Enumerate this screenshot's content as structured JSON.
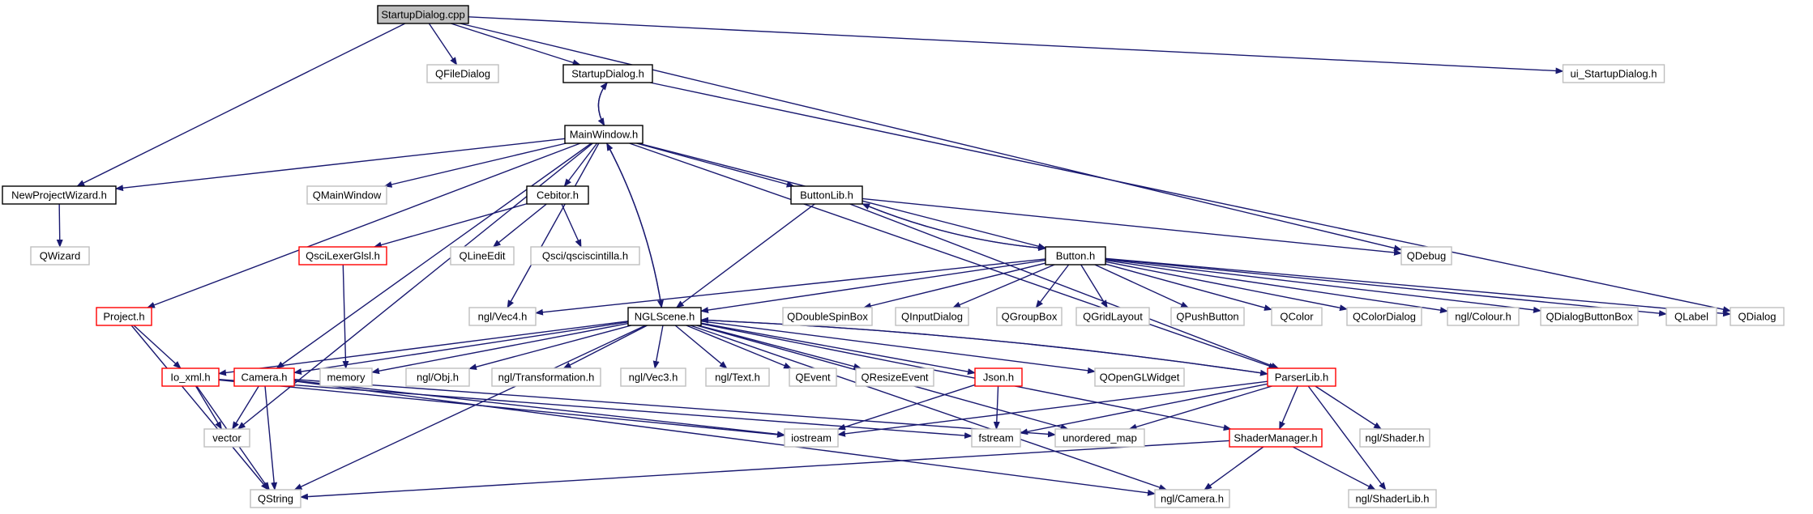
{
  "colors": {
    "edge": "#191970",
    "root_fill": "#bfbfbf",
    "node_stroke_black": "#000000",
    "node_stroke_gray": "#bfbfbf",
    "node_stroke_red": "#ff0000",
    "text": "#000000"
  },
  "nodes": [
    {
      "id": "StartupDialog.cpp",
      "label": "StartupDialog.cpp",
      "style": "root"
    },
    {
      "id": "QFileDialog",
      "label": "QFileDialog",
      "style": "gray"
    },
    {
      "id": "StartupDialog.h",
      "label": "StartupDialog.h",
      "style": "black"
    },
    {
      "id": "ui_StartupDialog.h",
      "label": "ui_StartupDialog.h",
      "style": "gray"
    },
    {
      "id": "MainWindow.h",
      "label": "MainWindow.h",
      "style": "black"
    },
    {
      "id": "NewProjectWizard.h",
      "label": "NewProjectWizard.h",
      "style": "black"
    },
    {
      "id": "QWizard",
      "label": "QWizard",
      "style": "gray"
    },
    {
      "id": "QMainWindow",
      "label": "QMainWindow",
      "style": "gray"
    },
    {
      "id": "Cebitor.h",
      "label": "Cebitor.h",
      "style": "black"
    },
    {
      "id": "ButtonLib.h",
      "label": "ButtonLib.h",
      "style": "black"
    },
    {
      "id": "QsciLexerGlsl.h",
      "label": "QsciLexerGlsl.h",
      "style": "red"
    },
    {
      "id": "QLineEdit",
      "label": "QLineEdit",
      "style": "gray"
    },
    {
      "id": "Qsci/qsciscintilla.h",
      "label": "Qsci/qsciscintilla.h",
      "style": "gray"
    },
    {
      "id": "QDebug",
      "label": "QDebug",
      "style": "gray"
    },
    {
      "id": "Button.h",
      "label": "Button.h",
      "style": "black"
    },
    {
      "id": "Project.h",
      "label": "Project.h",
      "style": "red"
    },
    {
      "id": "ngl/Vec4.h",
      "label": "ngl/Vec4.h",
      "style": "gray"
    },
    {
      "id": "NGLScene.h",
      "label": "NGLScene.h",
      "style": "black"
    },
    {
      "id": "QDoubleSpinBox",
      "label": "QDoubleSpinBox",
      "style": "gray"
    },
    {
      "id": "QInputDialog",
      "label": "QInputDialog",
      "style": "gray"
    },
    {
      "id": "QGroupBox",
      "label": "QGroupBox",
      "style": "gray"
    },
    {
      "id": "QGridLayout",
      "label": "QGridLayout",
      "style": "gray"
    },
    {
      "id": "QPushButton",
      "label": "QPushButton",
      "style": "gray"
    },
    {
      "id": "QColor",
      "label": "QColor",
      "style": "gray"
    },
    {
      "id": "QColorDialog",
      "label": "QColorDialog",
      "style": "gray"
    },
    {
      "id": "ngl/Colour.h",
      "label": "ngl/Colour.h",
      "style": "gray"
    },
    {
      "id": "QDialogButtonBox",
      "label": "QDialogButtonBox",
      "style": "gray"
    },
    {
      "id": "QLabel",
      "label": "QLabel",
      "style": "gray"
    },
    {
      "id": "QDialog",
      "label": "QDialog",
      "style": "gray"
    },
    {
      "id": "Io_xml.h",
      "label": "Io_xml.h",
      "style": "red"
    },
    {
      "id": "Camera.h",
      "label": "Camera.h",
      "style": "red"
    },
    {
      "id": "memory",
      "label": "memory",
      "style": "gray"
    },
    {
      "id": "ngl/Obj.h",
      "label": "ngl/Obj.h",
      "style": "gray"
    },
    {
      "id": "ngl/Transformation.h",
      "label": "ngl/Transformation.h",
      "style": "gray"
    },
    {
      "id": "ngl/Vec3.h",
      "label": "ngl/Vec3.h",
      "style": "gray"
    },
    {
      "id": "ngl/Text.h",
      "label": "ngl/Text.h",
      "style": "gray"
    },
    {
      "id": "QEvent",
      "label": "QEvent",
      "style": "gray"
    },
    {
      "id": "QResizeEvent",
      "label": "QResizeEvent",
      "style": "gray"
    },
    {
      "id": "Json.h",
      "label": "Json.h",
      "style": "red"
    },
    {
      "id": "QOpenGLWidget",
      "label": "QOpenGLWidget",
      "style": "gray"
    },
    {
      "id": "ParserLib.h",
      "label": "ParserLib.h",
      "style": "red"
    },
    {
      "id": "vector",
      "label": "vector",
      "style": "gray"
    },
    {
      "id": "iostream",
      "label": "iostream",
      "style": "gray"
    },
    {
      "id": "fstream",
      "label": "fstream",
      "style": "gray"
    },
    {
      "id": "unordered_map",
      "label": "unordered_map",
      "style": "gray"
    },
    {
      "id": "ShaderManager.h",
      "label": "ShaderManager.h",
      "style": "red"
    },
    {
      "id": "ngl/Shader.h",
      "label": "ngl/Shader.h",
      "style": "gray"
    },
    {
      "id": "QString",
      "label": "QString",
      "style": "gray"
    },
    {
      "id": "ngl/Camera.h",
      "label": "ngl/Camera.h",
      "style": "gray"
    },
    {
      "id": "ngl/ShaderLib.h",
      "label": "ngl/ShaderLib.h",
      "style": "gray"
    }
  ],
  "edges": [
    [
      "StartupDialog.cpp",
      "QFileDialog"
    ],
    [
      "StartupDialog.cpp",
      "StartupDialog.h"
    ],
    [
      "StartupDialog.cpp",
      "ui_StartupDialog.h"
    ],
    [
      "StartupDialog.cpp",
      "NewProjectWizard.h"
    ],
    [
      "StartupDialog.cpp",
      "QDebug"
    ],
    [
      "StartupDialog.h",
      "MainWindow.h"
    ],
    [
      "StartupDialog.h",
      "QDialog"
    ],
    [
      "MainWindow.h",
      "StartupDialog.h"
    ],
    [
      "MainWindow.h",
      "NewProjectWizard.h"
    ],
    [
      "MainWindow.h",
      "QMainWindow"
    ],
    [
      "MainWindow.h",
      "Cebitor.h"
    ],
    [
      "MainWindow.h",
      "ButtonLib.h"
    ],
    [
      "MainWindow.h",
      "Button.h"
    ],
    [
      "MainWindow.h",
      "Project.h"
    ],
    [
      "MainWindow.h",
      "ngl/Vec4.h"
    ],
    [
      "MainWindow.h",
      "NGLScene.h"
    ],
    [
      "MainWindow.h",
      "Camera.h"
    ],
    [
      "MainWindow.h",
      "vector"
    ],
    [
      "MainWindow.h",
      "ParserLib.h"
    ],
    [
      "NewProjectWizard.h",
      "QWizard"
    ],
    [
      "Cebitor.h",
      "QsciLexerGlsl.h"
    ],
    [
      "Cebitor.h",
      "QLineEdit"
    ],
    [
      "Cebitor.h",
      "Qsci/qsciscintilla.h"
    ],
    [
      "QsciLexerGlsl.h",
      "memory"
    ],
    [
      "ButtonLib.h",
      "Button.h"
    ],
    [
      "ButtonLib.h",
      "QDebug"
    ],
    [
      "ButtonLib.h",
      "NGLScene.h"
    ],
    [
      "ButtonLib.h",
      "ParserLib.h"
    ],
    [
      "Button.h",
      "ButtonLib.h"
    ],
    [
      "Button.h",
      "ngl/Vec4.h"
    ],
    [
      "Button.h",
      "NGLScene.h"
    ],
    [
      "Button.h",
      "QDoubleSpinBox"
    ],
    [
      "Button.h",
      "QInputDialog"
    ],
    [
      "Button.h",
      "QGroupBox"
    ],
    [
      "Button.h",
      "QGridLayout"
    ],
    [
      "Button.h",
      "QPushButton"
    ],
    [
      "Button.h",
      "QColor"
    ],
    [
      "Button.h",
      "QColorDialog"
    ],
    [
      "Button.h",
      "ngl/Colour.h"
    ],
    [
      "Button.h",
      "QDialogButtonBox"
    ],
    [
      "Button.h",
      "QLabel"
    ],
    [
      "Button.h",
      "QDialog"
    ],
    [
      "Project.h",
      "Io_xml.h"
    ],
    [
      "Project.h",
      "QString"
    ],
    [
      "NGLScene.h",
      "MainWindow.h"
    ],
    [
      "NGLScene.h",
      "Io_xml.h"
    ],
    [
      "NGLScene.h",
      "Camera.h"
    ],
    [
      "NGLScene.h",
      "memory"
    ],
    [
      "NGLScene.h",
      "ngl/Obj.h"
    ],
    [
      "NGLScene.h",
      "ngl/Transformation.h"
    ],
    [
      "NGLScene.h",
      "ngl/Vec3.h"
    ],
    [
      "NGLScene.h",
      "ngl/Text.h"
    ],
    [
      "NGLScene.h",
      "QEvent"
    ],
    [
      "NGLScene.h",
      "QResizeEvent"
    ],
    [
      "NGLScene.h",
      "Json.h"
    ],
    [
      "NGLScene.h",
      "QOpenGLWidget"
    ],
    [
      "NGLScene.h",
      "ParserLib.h"
    ],
    [
      "NGLScene.h",
      "ShaderManager.h"
    ],
    [
      "NGLScene.h",
      "unordered_map"
    ],
    [
      "NGLScene.h",
      "ngl/Camera.h"
    ],
    [
      "NGLScene.h",
      "QString"
    ],
    [
      "Io_xml.h",
      "vector"
    ],
    [
      "Io_xml.h",
      "iostream"
    ],
    [
      "Io_xml.h",
      "fstream"
    ],
    [
      "Io_xml.h",
      "QString"
    ],
    [
      "Camera.h",
      "vector"
    ],
    [
      "Camera.h",
      "QString"
    ],
    [
      "Camera.h",
      "iostream"
    ],
    [
      "Camera.h",
      "unordered_map"
    ],
    [
      "Camera.h",
      "ngl/Camera.h"
    ],
    [
      "Json.h",
      "iostream"
    ],
    [
      "Json.h",
      "fstream"
    ],
    [
      "ParserLib.h",
      "iostream"
    ],
    [
      "ParserLib.h",
      "fstream"
    ],
    [
      "ParserLib.h",
      "unordered_map"
    ],
    [
      "ParserLib.h",
      "ShaderManager.h"
    ],
    [
      "ParserLib.h",
      "ngl/Shader.h"
    ],
    [
      "ParserLib.h",
      "ngl/ShaderLib.h"
    ],
    [
      "ParserLib.h",
      "NGLScene.h"
    ],
    [
      "ShaderManager.h",
      "QString"
    ],
    [
      "ShaderManager.h",
      "ngl/Camera.h"
    ],
    [
      "ShaderManager.h",
      "ngl/ShaderLib.h"
    ]
  ]
}
